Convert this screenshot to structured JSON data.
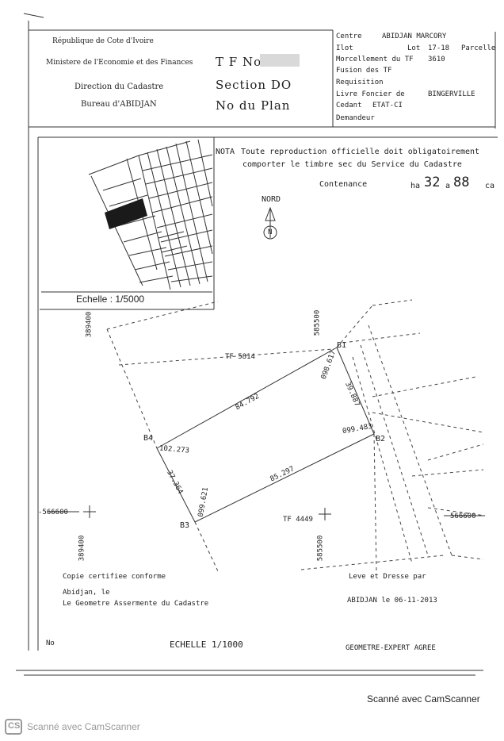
{
  "header_left": {
    "republique": "République de Cote d'Ivoire",
    "ministere": "Ministere de l'Economie et des Finances",
    "direction": "Direction du Cadastre",
    "bureau": "Bureau d'ABIDJAN",
    "tf_label": "T F No",
    "section": "Section DO",
    "plan": "No du Plan"
  },
  "header_right": {
    "centre_label": "Centre",
    "centre_value": "ABIDJAN MARCORY",
    "ilot_label": "Ilot",
    "lot_label": "Lot",
    "lot_value": "17-18",
    "parcelle_label": "Parcelle",
    "morcellement": "Morcellement du TF",
    "morcellement_value": "3610",
    "fusion": "Fusion des TF",
    "requisition": "Requisition",
    "livre_foncier": "Livre Foncier de",
    "livre_value": "BINGERVILLE",
    "cedant_label": "Cedant",
    "cedant_value": "ETAT-CI",
    "demandeur": "Demandeur"
  },
  "nota": {
    "label": "NOTA",
    "line1": "Toute reproduction officielle doit obligatoirement",
    "line2": "comporter le timbre sec du Service du Cadastre"
  },
  "contenance": {
    "label": "Contenance",
    "ha_label": "ha",
    "ha_value": "32",
    "a_label": "a",
    "a_value": "88",
    "ca_label": "ca"
  },
  "nord": "NORD",
  "nord_n": "N",
  "inset_scale": "Echelle : 1/5000",
  "plan": {
    "tf_top": "TF 5814",
    "tf_bottom": "TF 4449",
    "b1": "B1",
    "b2": "B2",
    "b3": "B3",
    "b4": "B4",
    "dist_top": "84.792",
    "dist_right": "39.887",
    "dist_bottom": "85.297",
    "dist_left": "37.364",
    "angle_b1": "098.617",
    "angle_b2": "099.483",
    "angle_b3": "099.621",
    "angle_b4": "102.273",
    "coord_y_top": "389400",
    "coord_x_top": "585500",
    "coord_y_left": "-566600",
    "coord_y_right": "566600",
    "coord_x_bottom_left": "389400",
    "coord_x_bottom_right": "585500"
  },
  "footer": {
    "copie": "Copie certifiee conforme",
    "abidjan_le": "Abidjan, le",
    "geometre_assermente": "Le Geometre Assermente du Cadastre",
    "leve": "Leve et Dresse par",
    "abidjan_date": "ABIDJAN le 06-11-2013",
    "no": "No",
    "echelle": "ECHELLE   1/1000",
    "geometre_expert": "GEOMETRE-EXPERT AGREE"
  },
  "scanner_text": "Scanné avec CamScanner",
  "scanner_logo": "CS"
}
